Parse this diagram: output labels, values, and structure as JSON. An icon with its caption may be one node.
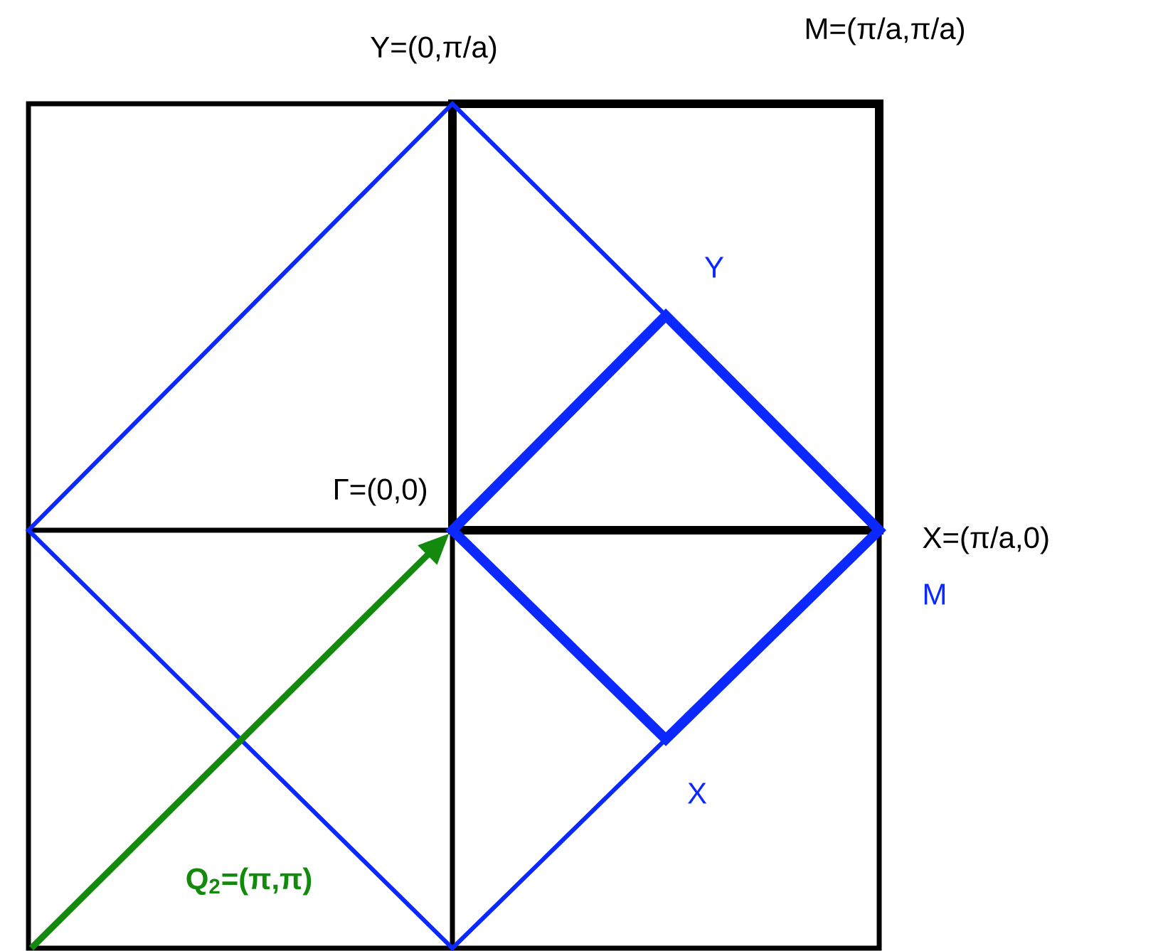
{
  "diagram": {
    "labels": [
      "Y=(0,π/a)",
      "M=(π/a,π/a)",
      "Y",
      "Γ=(0,0)",
      "X=(π/a,0)",
      "M",
      "X",
      "Q$_{2}$=(π,π)"
    ]
  }
}
